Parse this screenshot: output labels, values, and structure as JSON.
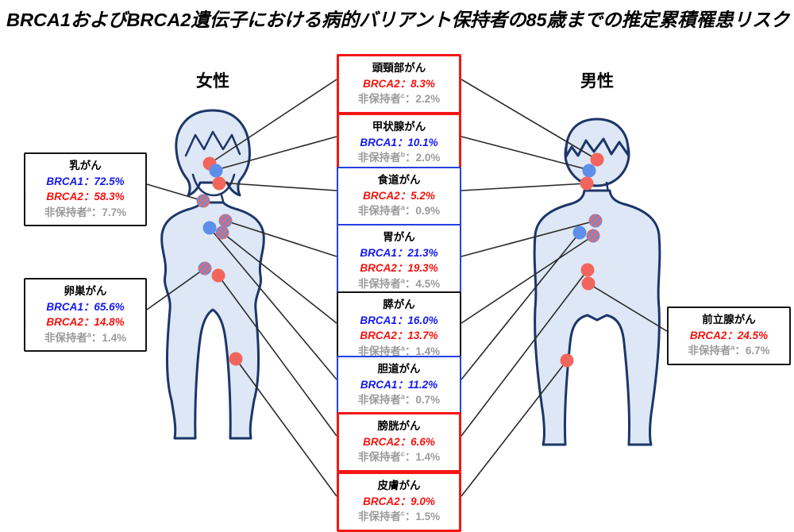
{
  "title": "BRCA1およびBRCA2遺伝子における病的バリアント保持者の85歳までの推定累積罹患リスク",
  "figures": {
    "female_label": "女性",
    "male_label": "男性"
  },
  "colors": {
    "brca1_text": "#1418f0",
    "brca2_text": "#f5120e",
    "noncarrier_text": "#9b9b9b",
    "border_red": "#f51616",
    "border_blue": "#2440e0",
    "border_black": "#141414",
    "body_fill": "#dde7f5",
    "body_outline": "#1c3668",
    "dot_red": "#f2655c",
    "dot_blue": "#5d8fe8"
  },
  "boxes": {
    "left": [
      {
        "title": "乳がん",
        "border": "black",
        "rows": [
          {
            "label": "BRCA1",
            "sup": "",
            "value": "：72.5%"
          },
          {
            "label": "BRCA2",
            "sup": "",
            "value": "：58.3%"
          },
          {
            "label": "非保持者",
            "sup": "a",
            "value": "：7.7%"
          }
        ]
      },
      {
        "title": "卵巣がん",
        "border": "black",
        "rows": [
          {
            "label": "BRCA1",
            "sup": "",
            "value": "：65.6%"
          },
          {
            "label": "BRCA2",
            "sup": "",
            "value": "：14.8%"
          },
          {
            "label": "非保持者",
            "sup": "a",
            "value": "：1.4%"
          }
        ]
      }
    ],
    "center": [
      {
        "title": "頭頸部がん",
        "border": "red",
        "rows": [
          {
            "label": "BRCA2",
            "sup": "",
            "value": "：8.3%"
          },
          {
            "label": "非保持者",
            "sup": "c",
            "value": "：2.2%"
          }
        ]
      },
      {
        "title": "甲状腺がん",
        "border": "red",
        "rows": [
          {
            "label": "BRCA1",
            "sup": "",
            "value": "：10.1%"
          },
          {
            "label": "非保持者",
            "sup": "b",
            "value": "：2.0%"
          }
        ]
      },
      {
        "title": "食道がん",
        "border": "blue",
        "rows": [
          {
            "label": "BRCA2",
            "sup": "",
            "value": "：5.2%"
          },
          {
            "label": "非保持者",
            "sup": "a",
            "value": "：0.9%"
          }
        ]
      },
      {
        "title": "胃がん",
        "border": "blue",
        "rows": [
          {
            "label": "BRCA1",
            "sup": "",
            "value": "：21.3%"
          },
          {
            "label": "BRCA2",
            "sup": "",
            "value": "：19.3%"
          },
          {
            "label": "非保持者",
            "sup": "a",
            "value": "：4.5%"
          }
        ]
      },
      {
        "title": "膵がん",
        "border": "black",
        "rows": [
          {
            "label": "BRCA1",
            "sup": "",
            "value": "：16.0%"
          },
          {
            "label": "BRCA2",
            "sup": "",
            "value": "：13.7%"
          },
          {
            "label": "非保持者",
            "sup": "a",
            "value": "：1.4%"
          }
        ]
      },
      {
        "title": "胆道がん",
        "border": "blue",
        "rows": [
          {
            "label": "BRCA1",
            "sup": "",
            "value": "：11.2%"
          },
          {
            "label": "非保持者",
            "sup": "a",
            "value": "：0.7%"
          }
        ]
      },
      {
        "title": "膀胱がん",
        "border": "red",
        "rows": [
          {
            "label": "BRCA2",
            "sup": "",
            "value": "：6.6%"
          },
          {
            "label": "非保持者",
            "sup": "c",
            "value": "：1.4%"
          }
        ]
      },
      {
        "title": "皮膚がん",
        "border": "red",
        "rows": [
          {
            "label": "BRCA2",
            "sup": "",
            "value": "：9.0%"
          },
          {
            "label": "非保持者",
            "sup": "c",
            "value": "：1.5%"
          }
        ]
      }
    ],
    "right": [
      {
        "title": "前立腺がん",
        "border": "black",
        "rows": [
          {
            "label": "BRCA2",
            "sup": "",
            "value": "：24.5%"
          },
          {
            "label": "非保持者",
            "sup": "a",
            "value": "：6.7%"
          }
        ]
      }
    ]
  }
}
